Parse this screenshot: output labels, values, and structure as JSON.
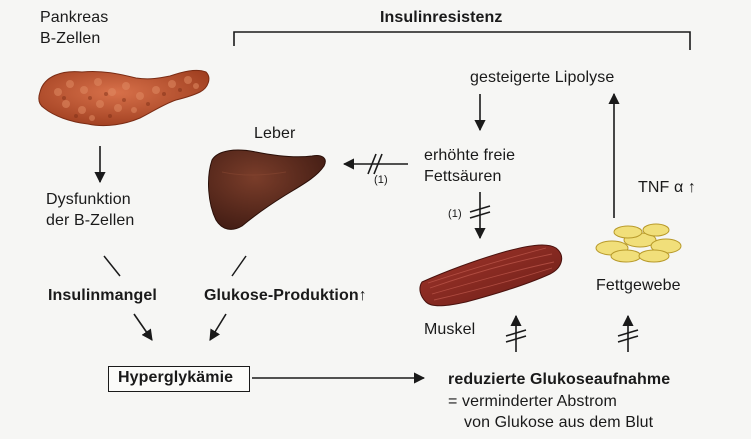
{
  "labels": {
    "pancreas_line1": "Pankreas",
    "pancreas_line2": "B-Zellen",
    "dysfunction_line1": "Dysfunktion",
    "dysfunction_line2": "der B-Zellen",
    "insulin_deficiency": "Insulinmangel",
    "liver": "Leber",
    "glucose_production": "Glukose-Produktion",
    "up_arrow": "↑",
    "hyperglycemia": "Hyperglykämie",
    "insulin_resistance": "Insulinresistenz",
    "lipolysis": "gesteigerte Lipolyse",
    "ffa_line1": "erhöhte freie",
    "ffa_line2": "Fettsäuren",
    "tnf": "TNF α",
    "muscle": "Muskel",
    "fat_tissue": "Fettgewebe",
    "reduced_uptake": "reduzierte Glukoseaufnahme",
    "explanation_line1": "= verminderter Abstrom",
    "explanation_line2": "von Glukose aus dem Blut",
    "footnote_mark_1": "(1)",
    "footnote_mark_2": "(1)"
  },
  "icons": {
    "pancreas": "pancreas-illustration",
    "liver": "liver-illustration",
    "muscle": "muscle-illustration",
    "fat": "fat-cells-illustration",
    "inhibition": "double-slash-inhibition-mark"
  },
  "colors": {
    "pancreas": "#c2542e",
    "liver": "#5a2a1e",
    "muscle": "#8a2a22",
    "fat": "#f1df7a",
    "line": "#1a1a1a"
  }
}
